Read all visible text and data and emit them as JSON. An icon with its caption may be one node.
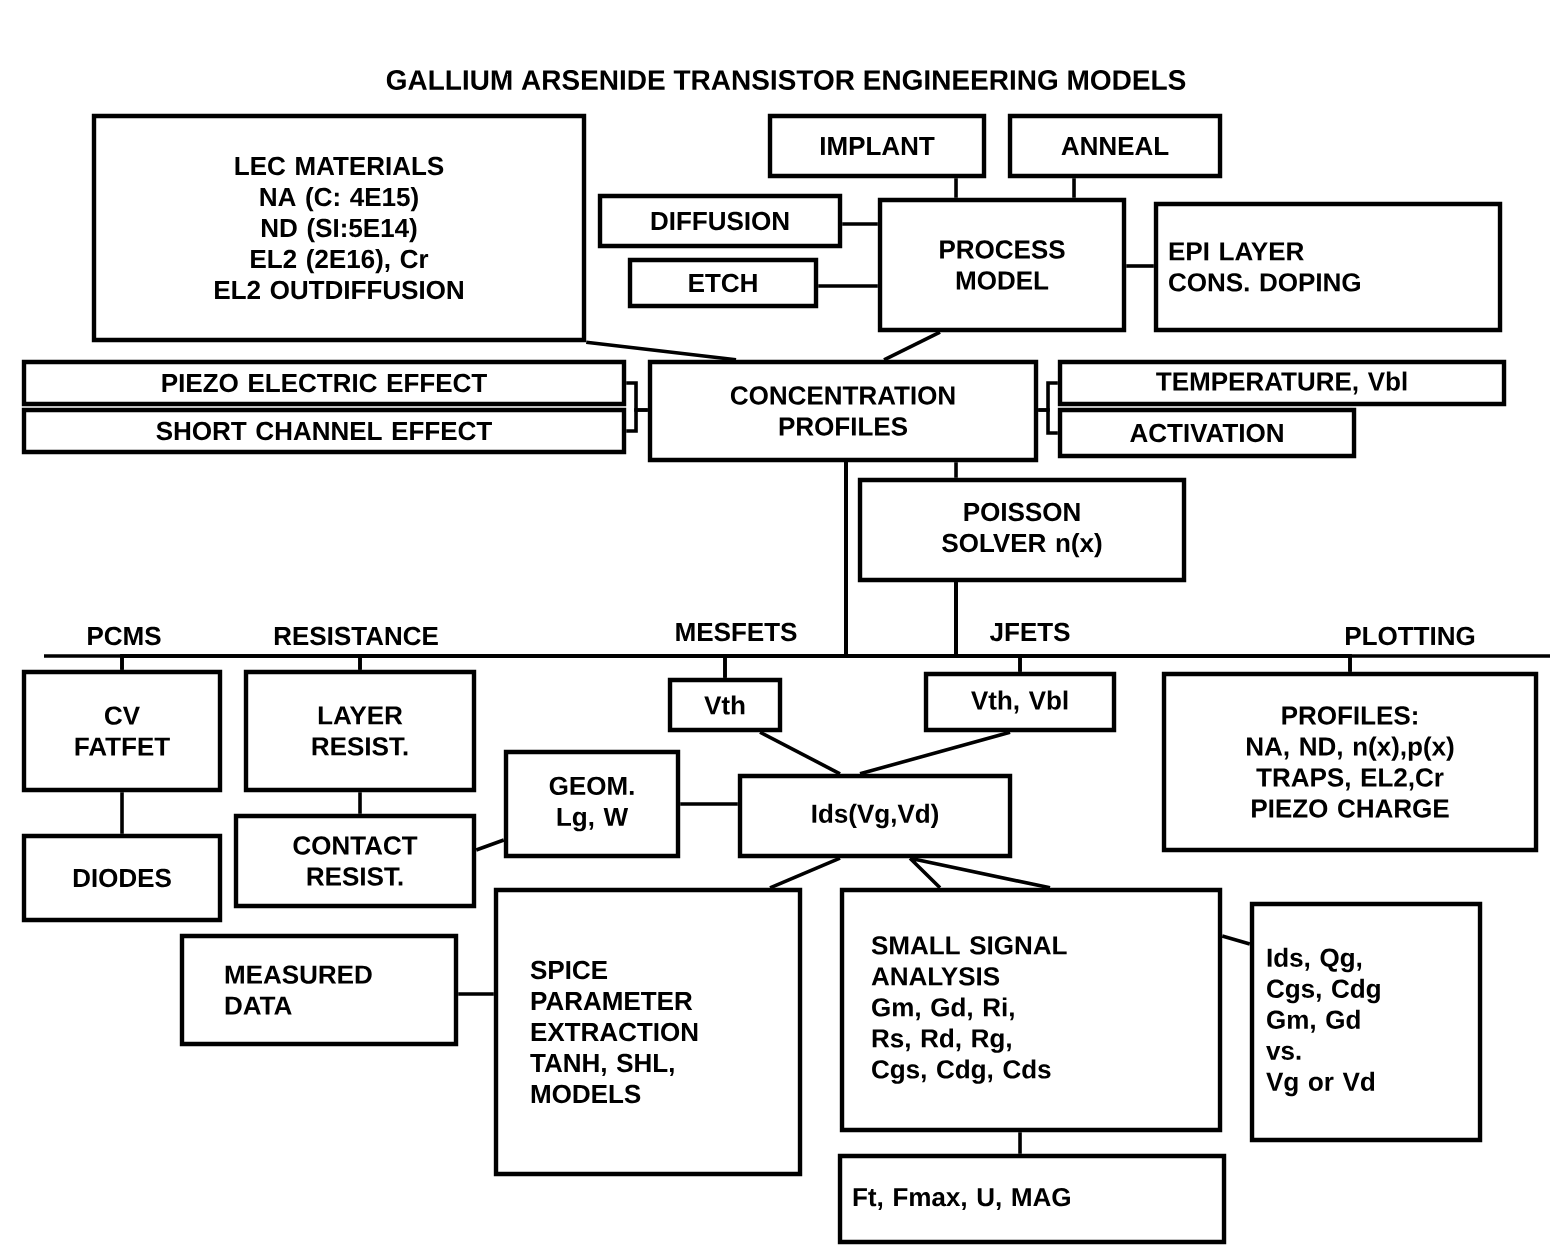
{
  "diagram": {
    "title": "GALLIUM ARSENIDE TRANSISTOR ENGINEERING MODELS",
    "nodes": [
      {
        "text": [
          "LEC MATERIALS",
          "NA (C: 4E15)",
          "ND (SI:5E14)",
          "EL2 (2E16), Cr",
          "EL2 OUTDIFFUSION"
        ]
      },
      {
        "text": [
          "IMPLANT"
        ]
      },
      {
        "text": [
          "ANNEAL"
        ]
      },
      {
        "text": [
          "DIFFUSION"
        ]
      },
      {
        "text": [
          "ETCH"
        ]
      },
      {
        "text": [
          "PROCESS MODEL"
        ]
      },
      {
        "text": [
          "EPI LAYER",
          "CONS. DOPING"
        ]
      },
      {
        "text": [
          "PIEZO ELECTRIC EFFECT"
        ]
      },
      {
        "text": [
          "SHORT CHANNEL EFFECT"
        ]
      },
      {
        "text": [
          "CONCENTRATION PROFILES"
        ]
      },
      {
        "text": [
          "TEMPERATURE, Vbl"
        ]
      },
      {
        "text": [
          "ACTIVATION"
        ]
      },
      {
        "text": [
          "POISSON SOLVER n(x)"
        ]
      },
      {
        "text": [
          "CV",
          "FATFET"
        ]
      },
      {
        "text": [
          "LAYER RESIST."
        ]
      },
      {
        "text": [
          "Vth"
        ]
      },
      {
        "text": [
          "Vth, Vbl"
        ]
      },
      {
        "text": [
          "PROFILES:",
          "NA, ND, n(x),p(x)",
          "TRAPS, EL2,Cr",
          "PIEZO CHARGE"
        ]
      },
      {
        "text": [
          "GEOM. Lg, W"
        ]
      },
      {
        "text": [
          "Ids(Vg,Vd)"
        ]
      },
      {
        "text": [
          "DIODES"
        ]
      },
      {
        "text": [
          "CONTACT RESIST."
        ]
      },
      {
        "text": [
          "MEASURED DATA"
        ]
      },
      {
        "text": [
          "SPICE PARAMETER EXTRACTION",
          "TANH, SHL, MODELS"
        ]
      },
      {
        "text": [
          "SMALL SIGNAL ANALYSIS",
          "Gm, Gd, Ri,",
          "Rs, Rd, Rg,",
          "Cgs, Cdg, Cds"
        ]
      },
      {
        "text": [
          "Ids, Qg,",
          "Cgs, Cdg",
          "Gm, Gd",
          "vs.",
          "Vg or Vd"
        ]
      },
      {
        "text": [
          "Ft, Fmax, U, MAG"
        ]
      }
    ],
    "edges": [
      {
        "from": 1,
        "to": 5,
        "arrow": "none"
      },
      {
        "from": 2,
        "to": 5,
        "arrow": "none"
      },
      {
        "from": 3,
        "to": 5,
        "arrow": "none"
      },
      {
        "from": 4,
        "to": 5,
        "arrow": "none"
      },
      {
        "from": 5,
        "to": 6,
        "arrow": "none"
      },
      {
        "from": 0,
        "to": 9,
        "arrow": "none"
      },
      {
        "from": 5,
        "to": 9,
        "arrow": "none"
      },
      {
        "from": 7,
        "to": 9,
        "arrow": "none"
      },
      {
        "from": 8,
        "to": 9,
        "arrow": "none"
      },
      {
        "from": 9,
        "to": 10,
        "arrow": "none"
      },
      {
        "from": 9,
        "to": 11,
        "arrow": "none"
      },
      {
        "from": 9,
        "to": 12,
        "arrow": "none"
      },
      {
        "from": 9,
        "to": 13,
        "arrow": "none"
      },
      {
        "from": 9,
        "to": 14,
        "arrow": "none"
      },
      {
        "from": 9,
        "to": 15,
        "arrow": "none"
      },
      {
        "from": 9,
        "to": 16,
        "arrow": "none"
      },
      {
        "from": 9,
        "to": 17,
        "arrow": "none"
      },
      {
        "from": 12,
        "to": 13,
        "arrow": "none"
      },
      {
        "from": 12,
        "to": 14,
        "arrow": "none"
      },
      {
        "from": 12,
        "to": 15,
        "arrow": "none"
      },
      {
        "from": 12,
        "to": 16,
        "arrow": "none"
      },
      {
        "from": 12,
        "to": 17,
        "arrow": "none"
      },
      {
        "from": 13,
        "to": 20,
        "arrow": "none"
      },
      {
        "from": 14,
        "to": 21,
        "arrow": "none"
      },
      {
        "from": 15,
        "to": 19,
        "arrow": "none"
      },
      {
        "from": 16,
        "to": 19,
        "arrow": "none"
      },
      {
        "from": 18,
        "to": 19,
        "arrow": "none"
      },
      {
        "from": 21,
        "to": 18,
        "arrow": "none"
      },
      {
        "from": 19,
        "to": 23,
        "arrow": "none"
      },
      {
        "from": 19,
        "to": 24,
        "arrow": "none"
      },
      {
        "from": 22,
        "to": 23,
        "arrow": "none"
      },
      {
        "from": 24,
        "to": 25,
        "arrow": "none"
      },
      {
        "from": 24,
        "to": 26,
        "arrow": "none"
      }
    ],
    "labels": [
      "PCMS",
      "RESISTANCE",
      "MESFETS",
      "JFETS",
      "PLOTTING"
    ]
  }
}
